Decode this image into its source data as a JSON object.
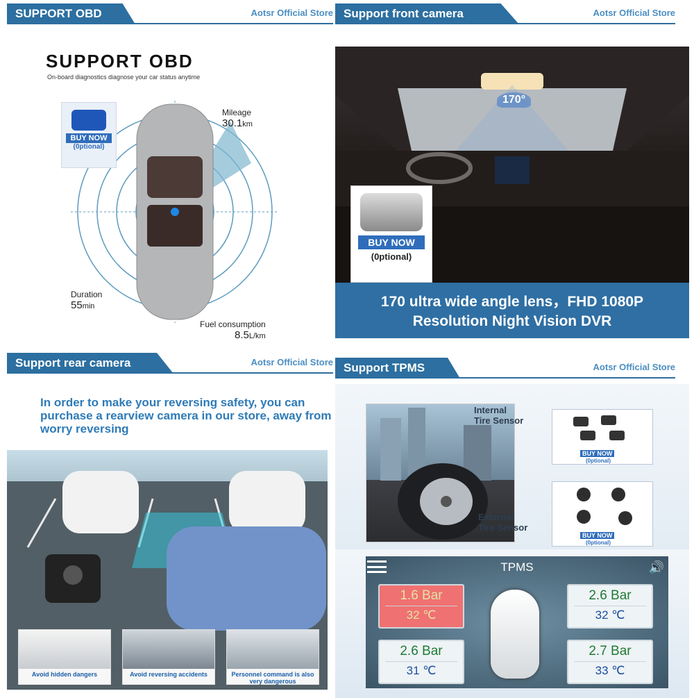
{
  "obd": {
    "banner": "SUPPORT OBD",
    "store": "Aotsr  Official Store",
    "title": "SUPPORT  OBD",
    "subtitle": "On-board diagnostics diagnose your car status anytime",
    "buy": "BUY NOW",
    "optional": "(0ptional)",
    "mileage_label": "Mileage",
    "mileage_value": "30.1",
    "mileage_unit": "km",
    "duration_label": "Duration",
    "duration_value": "55",
    "duration_unit": "min",
    "fuel_label": "Fuel consumption",
    "fuel_value": "8.5",
    "fuel_unit": "L/km"
  },
  "front": {
    "banner": "Support front camera",
    "store": "Aotsr  Official Store",
    "angle": "170°",
    "buy": "BUY NOW",
    "optional": "(0ptional)",
    "caption_line1": "170 ultra wide angle lens，FHD 1080P",
    "caption_line2": "Resolution Night Vision DVR"
  },
  "rear": {
    "banner": "Support rear camera",
    "store": "Aotsr  Official Store",
    "headline": "In order to make your reversing safety, you can purchase a rearview camera in our store, away from worry reversing",
    "thumbs": [
      "Avoid hidden dangers",
      "Avoid reversing accidents",
      "Personnel command is also very dangerous"
    ]
  },
  "tpms": {
    "banner": "Support TPMS",
    "store": "Aotsr  Official Store",
    "internal_line1": "Internal",
    "internal_line2": "Tire Sensor",
    "external_line1": "External",
    "external_line2": "Tire Sensor",
    "buy": "BUY NOW",
    "optional": "(0ptional)",
    "panel_title": "TPMS",
    "tires": [
      {
        "pressure": "1.6 Bar",
        "temp": "32  ℃"
      },
      {
        "pressure": "2.6 Bar",
        "temp": "32  ℃"
      },
      {
        "pressure": "2.6 Bar",
        "temp": "31  ℃"
      },
      {
        "pressure": "2.7 Bar",
        "temp": "33  ℃"
      }
    ]
  },
  "colors": {
    "accent": "#2c6fa0",
    "alert": "#f07171"
  }
}
